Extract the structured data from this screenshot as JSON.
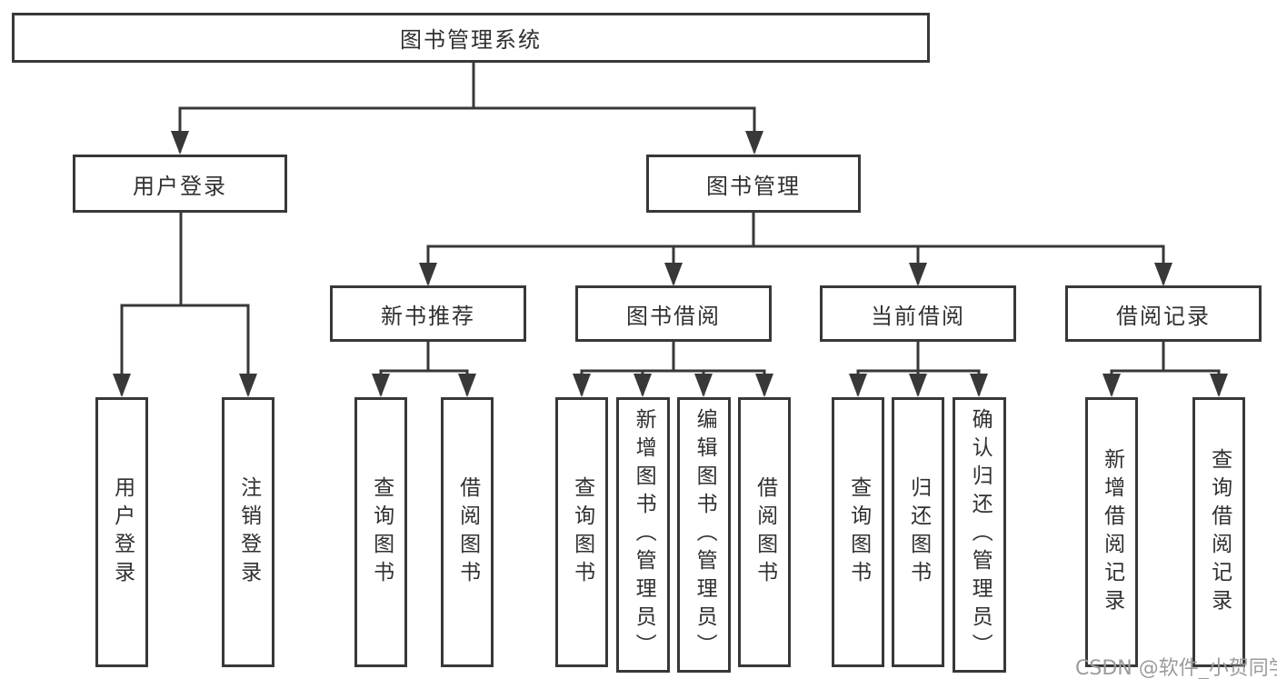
{
  "colors": {
    "background": "#ffffff",
    "line": "#383838",
    "box_border": "#383838",
    "text": "#303030",
    "watermark": "#9b9b9b"
  },
  "watermark": "CSDN @软件_小贺同学",
  "tree": {
    "label": "图书管理系统",
    "children": [
      {
        "label": "用户登录",
        "children": [
          {
            "label": "用户登录"
          },
          {
            "label": "注销登录"
          }
        ]
      },
      {
        "label": "图书管理",
        "children": [
          {
            "label": "新书推荐",
            "children": [
              {
                "label": "查询图书"
              },
              {
                "label": "借阅图书"
              }
            ]
          },
          {
            "label": "图书借阅",
            "children": [
              {
                "label": "查询图书"
              },
              {
                "label": "新增图书（管理员）"
              },
              {
                "label": "编辑图书（管理员）"
              },
              {
                "label": "借阅图书"
              }
            ]
          },
          {
            "label": "当前借阅",
            "children": [
              {
                "label": "查询图书"
              },
              {
                "label": "归还图书"
              },
              {
                "label": "确认归还（管理员）"
              }
            ]
          },
          {
            "label": "借阅记录",
            "children": [
              {
                "label": "新增借阅记录"
              },
              {
                "label": "查询借阅记录"
              }
            ]
          }
        ]
      }
    ]
  }
}
